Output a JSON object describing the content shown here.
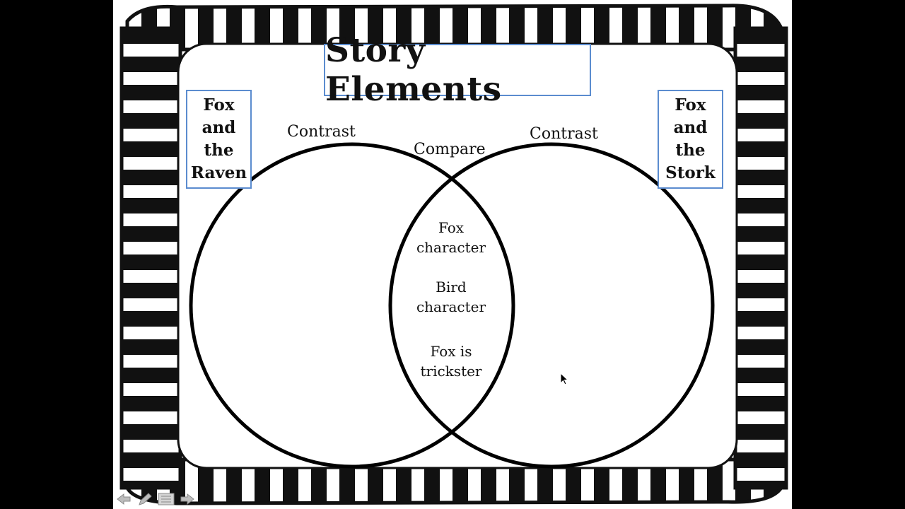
{
  "slide": {
    "title": "Story Elements",
    "left_story": "Fox\nand\nthe\nRaven",
    "right_story": "Fox\nand\nthe\nStork",
    "labels": {
      "left_contrast": "Contrast",
      "compare": "Compare",
      "right_contrast": "Contrast"
    },
    "compare_items": [
      "Fox\ncharacter",
      "Bird\ncharacter",
      "Fox is\ntrickster"
    ]
  },
  "player_controls": [
    "back-arrow-icon",
    "pen-icon",
    "menu-icon",
    "forward-arrow-icon"
  ],
  "colors": {
    "box_border": "#5b8ccf",
    "stripe": "#111111",
    "controls": "#9a9a9a"
  }
}
